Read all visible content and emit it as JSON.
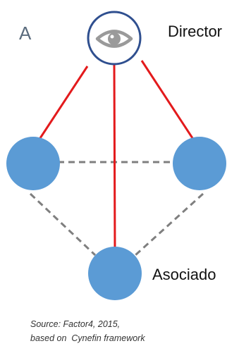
{
  "panel_letter": "A",
  "nodes": {
    "director": {
      "label": "Director",
      "icon": "eye-icon"
    },
    "associate": {
      "label": "Asociado"
    }
  },
  "source": {
    "line1": "Source: Factor4, 2015,",
    "line2": "based on  Cynefin framework"
  },
  "colors": {
    "node_fill": "#5b9bd5",
    "director_ring": "#2f4f8f",
    "solid_edge": "#e31a1c",
    "dashed_edge": "#7f7f7f",
    "eye": "#9a9a9a"
  }
}
